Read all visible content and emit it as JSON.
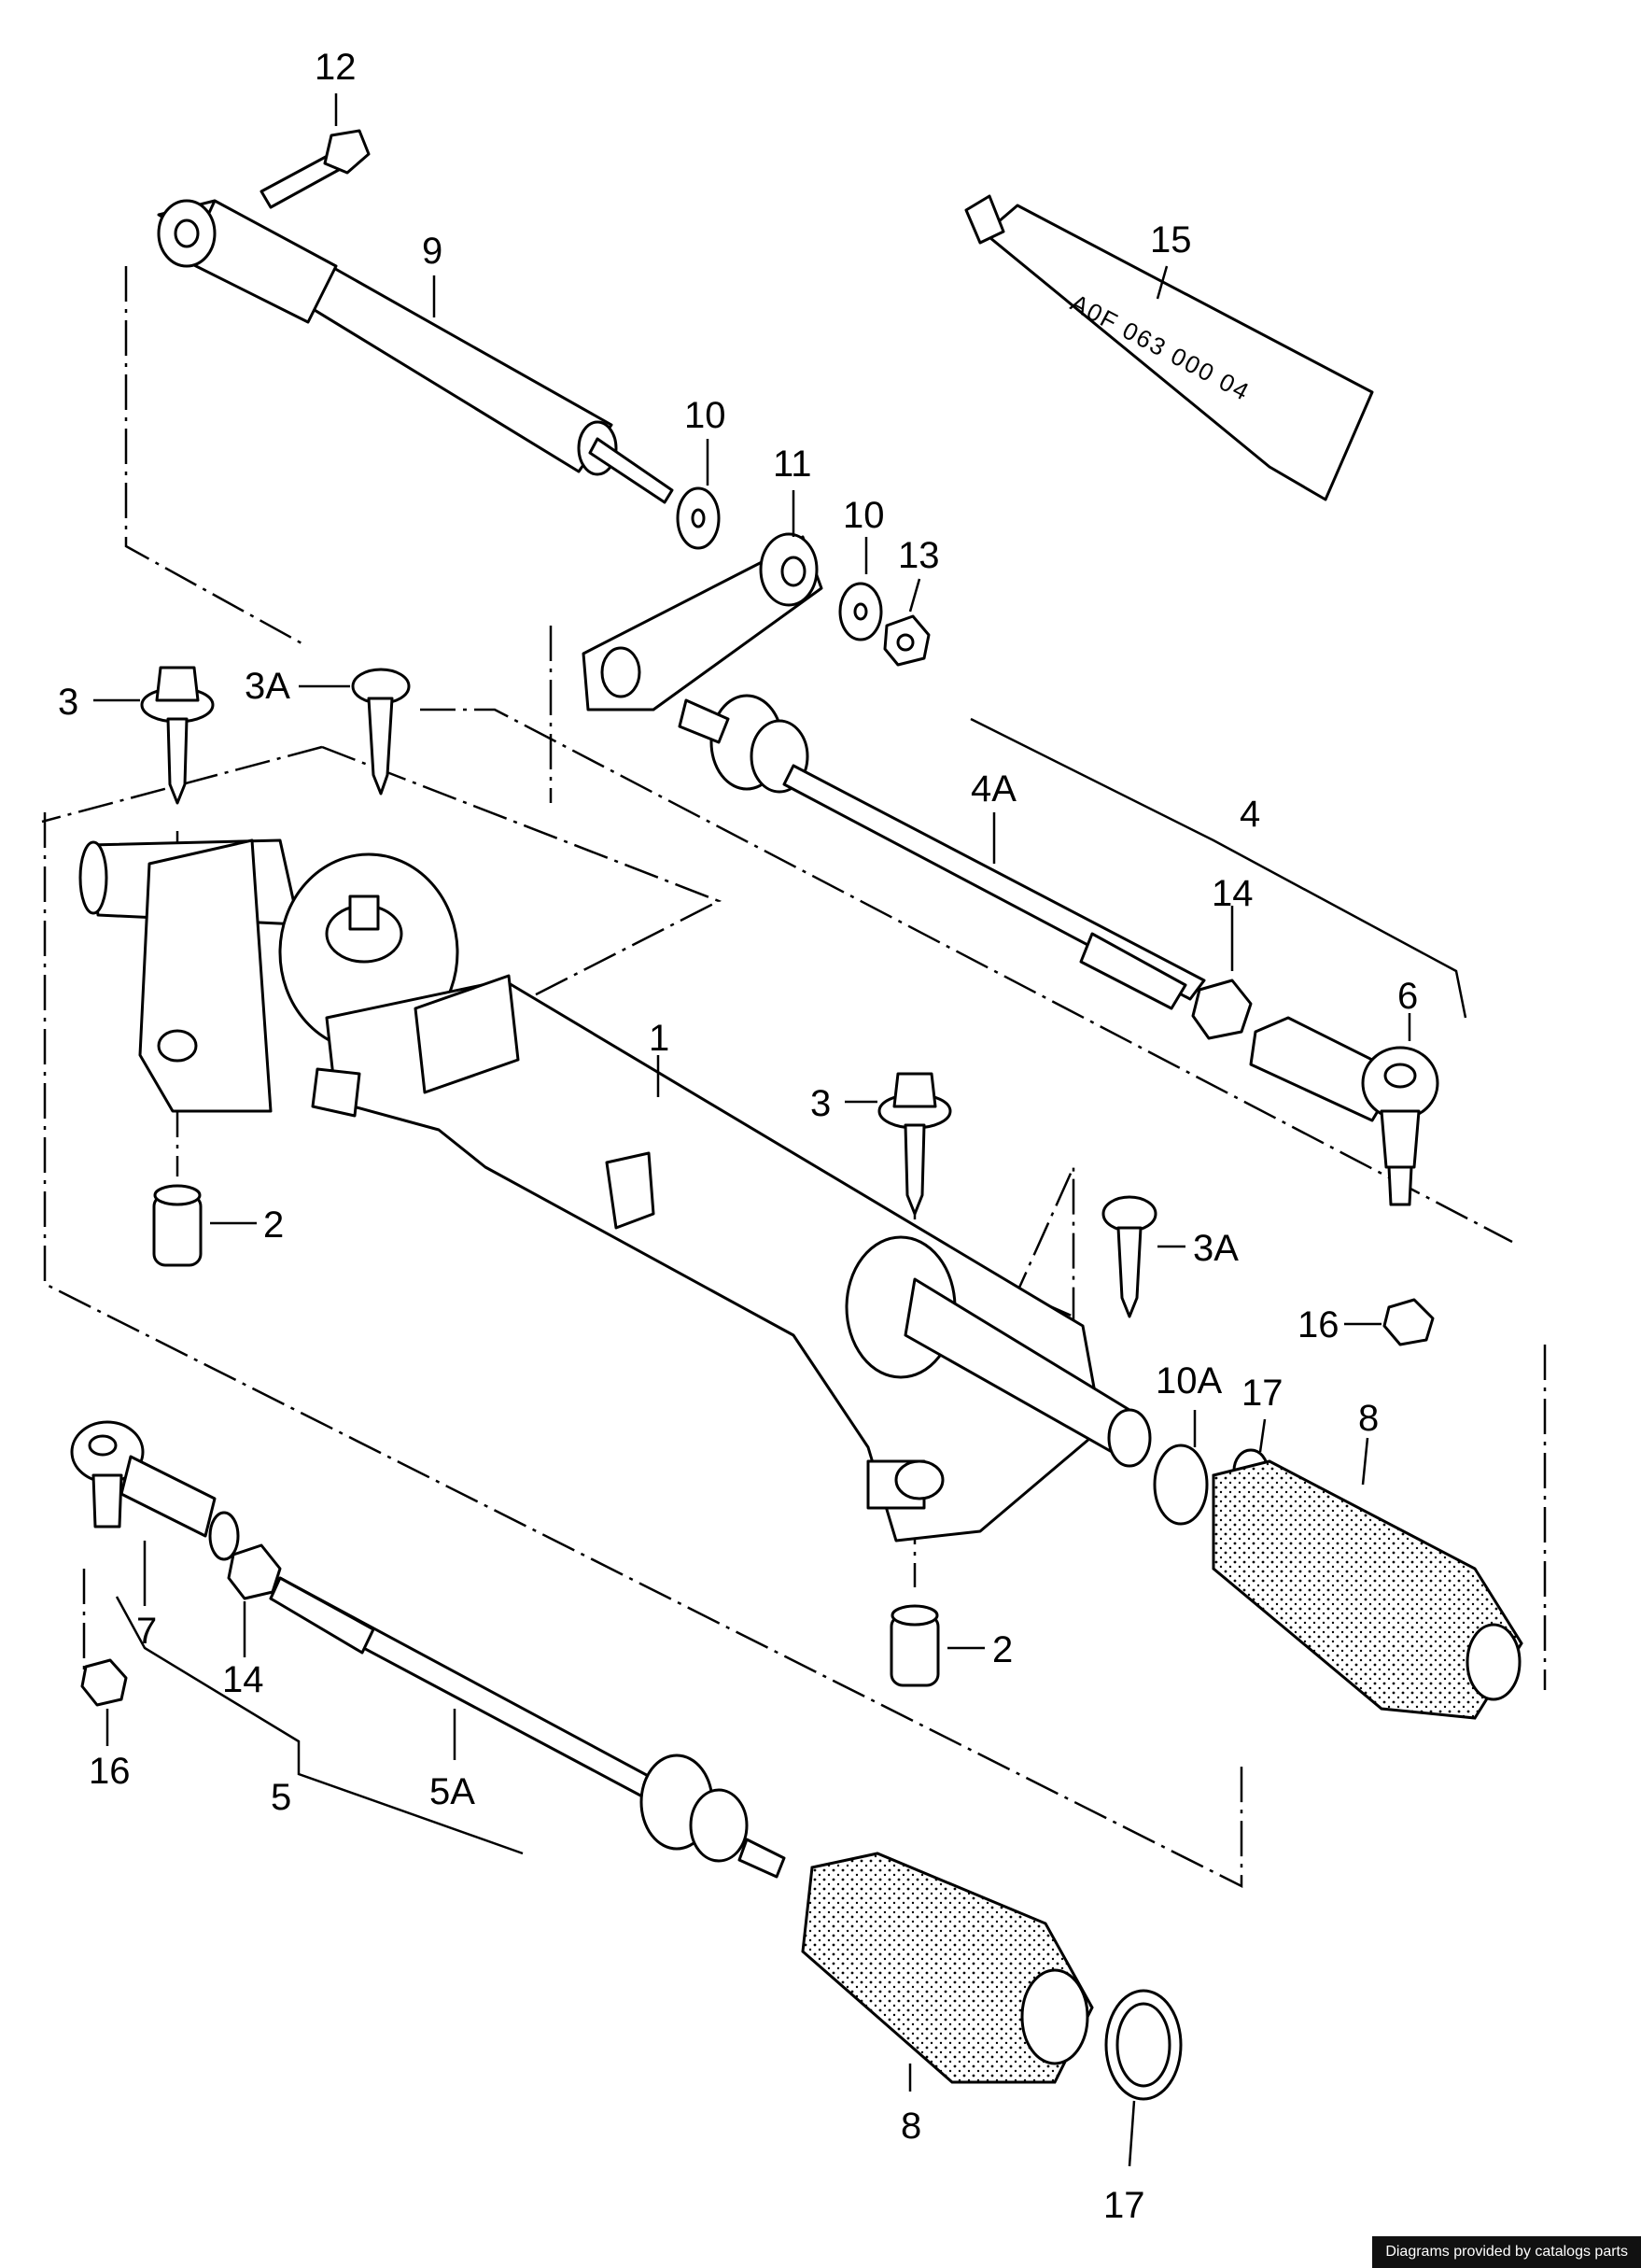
{
  "tube_text": "A0F 063 000 04",
  "credit": "Diagrams provided by catalogs parts",
  "callouts": {
    "c12": "12",
    "c9": "9",
    "c15": "15",
    "c10a": "10",
    "c11": "11",
    "c10b": "10",
    "c13": "13",
    "c3a": "3",
    "c3Aa": "3A",
    "c4A": "4A",
    "c4": "4",
    "c14a": "14",
    "c6": "6",
    "c1": "1",
    "c2a": "2",
    "c3b": "3",
    "c3Ab": "3A",
    "c16a": "16",
    "c10A": "10A",
    "c17a": "17",
    "c8a": "8",
    "c7": "7",
    "c14b": "14",
    "c2b": "2",
    "c16b": "16",
    "c5": "5",
    "c5A": "5A",
    "c8b": "8",
    "c17b": "17"
  }
}
